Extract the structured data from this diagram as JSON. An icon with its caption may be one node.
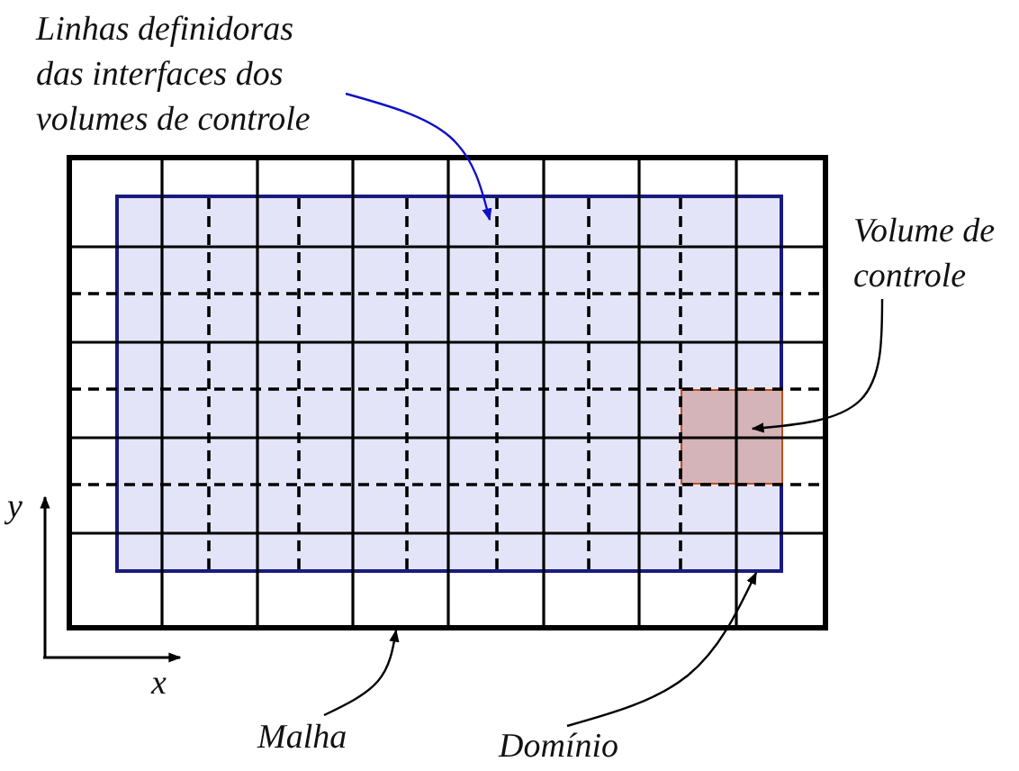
{
  "diagram": {
    "nodes": [
      {
        "text": [
          "Linhas definidoras das interfaces dos volumes de controle"
        ]
      },
      {
        "text": [
          "Volume de controle"
        ]
      },
      {
        "text": [
          "Malha"
        ]
      },
      {
        "text": [
          "Domínio"
        ]
      },
      {
        "text": [],
        "shape": "box"
      },
      {
        "text": [],
        "shape": "box",
        "in": 4
      },
      {
        "text": [],
        "shape": "box",
        "in": 5
      }
    ],
    "edges": [
      {
        "from": 0,
        "to": 5,
        "arrow": "to",
        "color": "#1010c8"
      },
      {
        "from": 1,
        "to": 6,
        "arrow": "to"
      },
      {
        "from": 2,
        "to": 4,
        "arrow": "to"
      },
      {
        "from": 3,
        "to": 5,
        "arrow": "to"
      }
    ],
    "labels": [
      "y",
      "x"
    ]
  }
}
